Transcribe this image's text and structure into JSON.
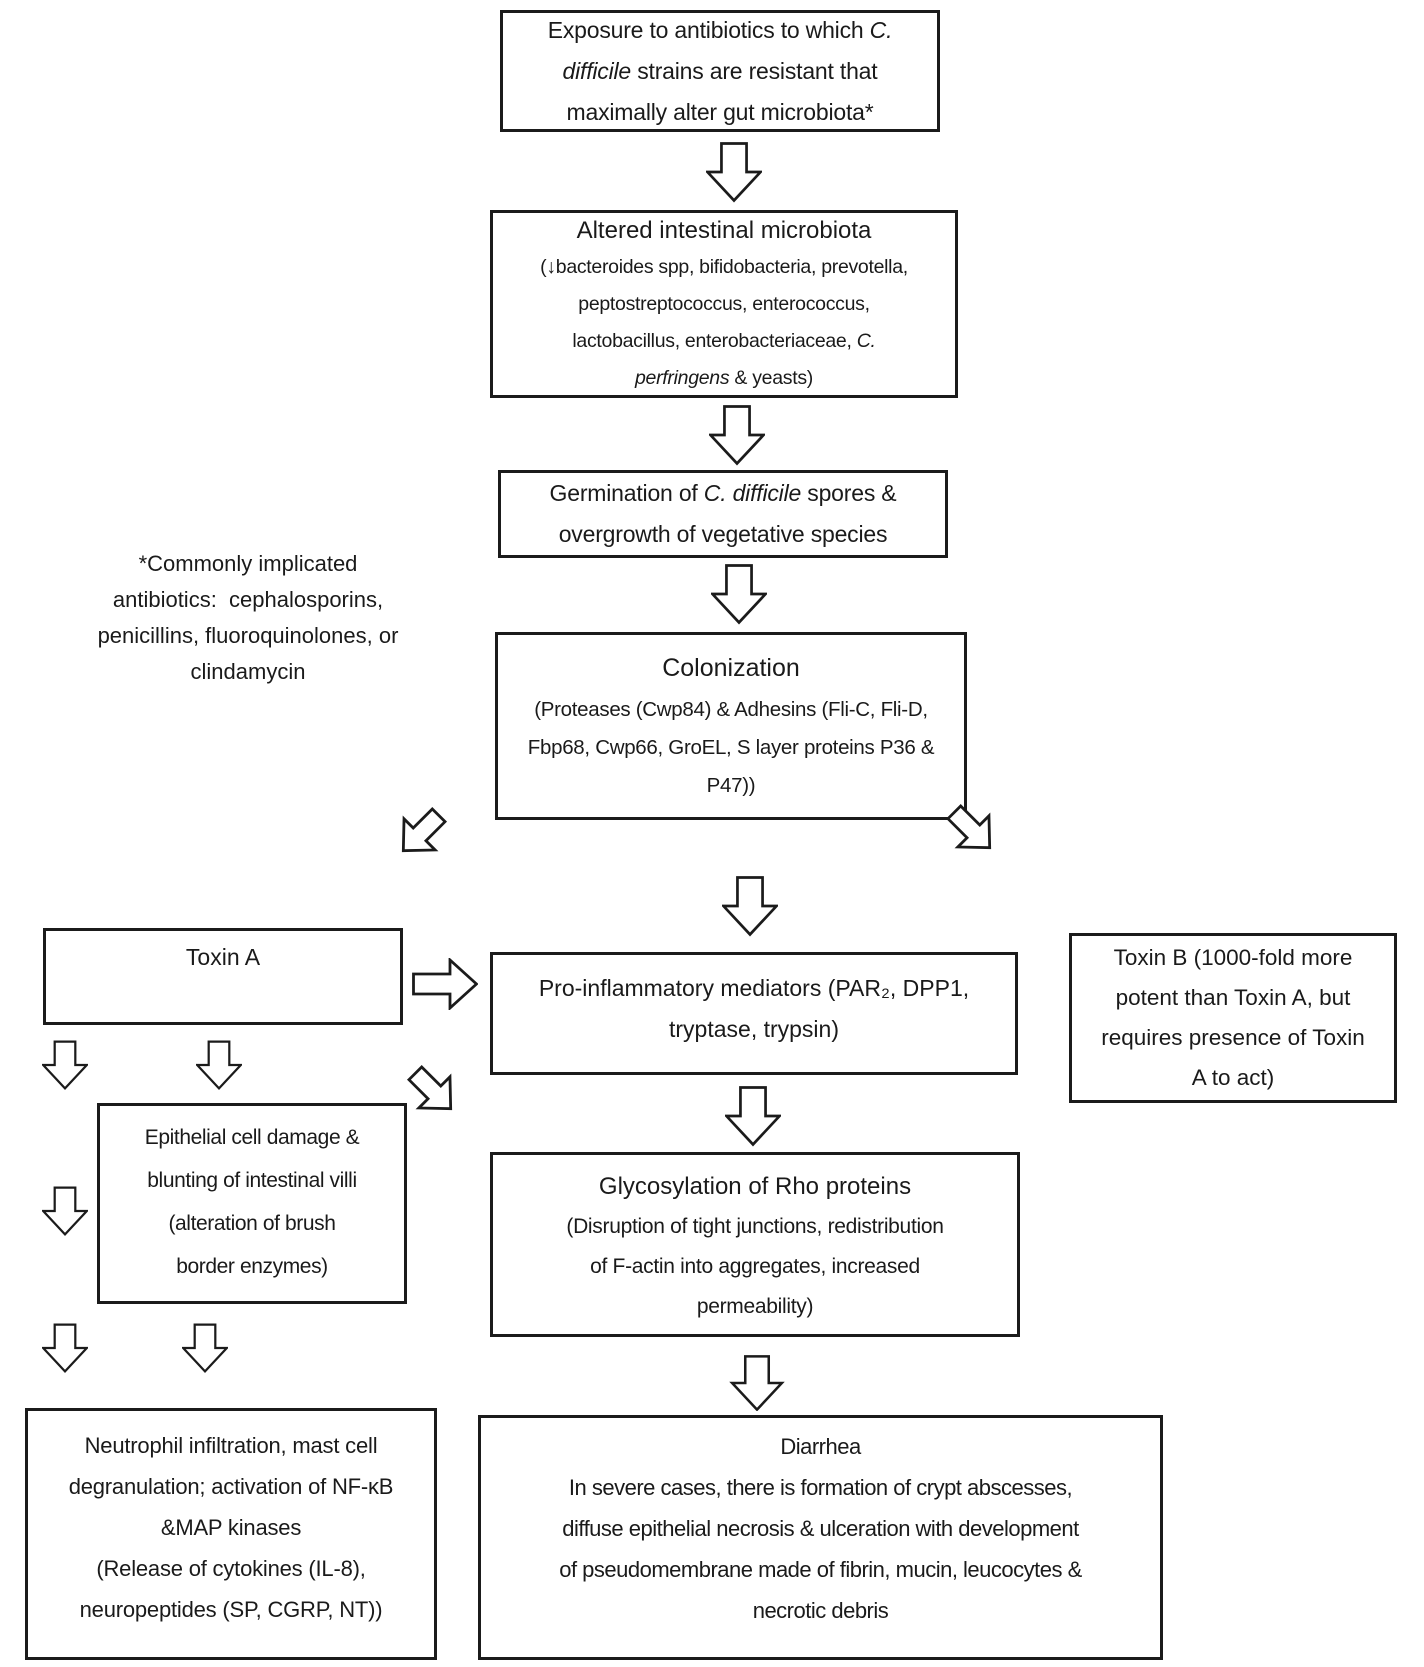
{
  "figure": {
    "background": "#ffffff",
    "line_color": "#1b1b1b",
    "text_color": "#1a1a1a"
  },
  "boxes": {
    "exposure": {
      "l1a": "Exposure to antibiotics to which ",
      "l1b": "C.",
      "l2a": "difficile",
      "l2b": " strains are resistant that",
      "l3": "maximally alter gut microbiota*"
    },
    "altered": {
      "title": "Altered intestinal microbiota",
      "l2": "(↓bacteroides spp, bifidobacteria, prevotella,",
      "l3": "peptostreptococcus, enterococcus,",
      "l4a": "lactobacillus, enterobacteriaceae, ",
      "l4b": "C.",
      "l5a": "perfringens",
      "l5b": " & yeasts)"
    },
    "germination": {
      "l1a": "Germination of ",
      "l1b": "C. difficile",
      "l1c": " spores &",
      "l2": "overgrowth of vegetative species"
    },
    "colonization": {
      "title": "Colonization",
      "l2": "(Proteases (Cwp84) & Adhesins (Fli-C, Fli-D,",
      "l3": "Fbp68, Cwp66, GroEL, S layer proteins P36 &",
      "l4": "P47))"
    },
    "toxin_a": {
      "label": "Toxin A"
    },
    "pro_inflammatory": {
      "l1": "Pro-inflammatory mediators (PAR₂, DPP1,",
      "l2": "tryptase, trypsin)"
    },
    "toxin_b": {
      "l1": "Toxin B (1000-fold more",
      "l2": "potent than Toxin A, but",
      "l3": "requires presence of Toxin",
      "l4": "A to act)"
    },
    "epithelial": {
      "l1": "Epithelial cell damage &",
      "l2": "blunting of intestinal villi",
      "l3": "(alteration of brush",
      "l4": "border enzymes)"
    },
    "glycosylation": {
      "title": "Glycosylation of Rho proteins",
      "l2": "(Disruption of tight junctions, redistribution",
      "l3": "of F-actin into aggregates, increased",
      "l4": "permeability)"
    },
    "neutrophil": {
      "l1": "Neutrophil infiltration, mast cell",
      "l2": "degranulation; activation of NF-κB",
      "l3": "&MAP kinases",
      "l4": "(Release of cytokines (IL-8),",
      "l5": "neuropeptides (SP, CGRP, NT))"
    },
    "diarrhea": {
      "title": "Diarrhea",
      "l2": "In severe cases, there is formation of crypt abscesses,",
      "l3": "diffuse epithelial necrosis & ulceration with development",
      "l4": "of pseudomembrane made of fibrin, mucin, leucocytes &",
      "l5": "necrotic debris"
    }
  },
  "note": {
    "l1": "*Commonly implicated",
    "l2": "antibiotics:  cephalosporins,",
    "l3": "penicillins, fluoroquinolones, or",
    "l4": "clindamycin"
  }
}
